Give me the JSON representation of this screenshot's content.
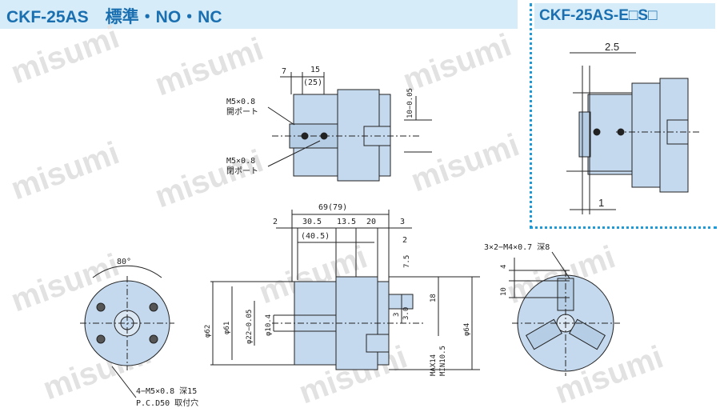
{
  "header": {
    "title": "CKF-25AS　標準・NO・NC"
  },
  "variant_panel": {
    "title": "CKF-25AS-E□S□",
    "dim_top": "2.5",
    "dim_bottom": "1"
  },
  "watermark": "misumi",
  "side_view": {
    "dim_7": "7",
    "dim_15": "15",
    "dim_25": "(25)",
    "port1_line1": "M5×0.8",
    "port1_line2": "開ポート",
    "port2_line1": "M5×0.8",
    "port2_line2": "閉ポート",
    "dim_10": "10−0.05"
  },
  "main_view": {
    "dim_69": "69(79)",
    "dim_2": "2",
    "dim_305": "30.5",
    "dim_135": "13.5",
    "dim_20": "20",
    "dim_3": "3",
    "dim_405": "(40.5)",
    "dim_2b": "2",
    "dim_75": "7.5",
    "dia_62": "φ62",
    "dia_61": "φ61",
    "dia_22": "φ22−0.05",
    "dia_104": "φ10.4",
    "dim_3b": "3",
    "dim_18": "18",
    "dia_64": "φ64",
    "dim_max": "MAX14",
    "dim_min": "MIN10.5",
    "dim_3c": "3.0"
  },
  "left_view": {
    "angle": "80°",
    "note_line1": "4−M5×0.8 深15",
    "note_line2": "P.C.D50 取付穴"
  },
  "right_view": {
    "note": "3×2−M4×0.7 深8",
    "dim_4": "4",
    "dim_10": "10"
  },
  "colors": {
    "part_fill": "#c4d9ee",
    "line": "#222222",
    "accent": "#1a6fb0"
  }
}
